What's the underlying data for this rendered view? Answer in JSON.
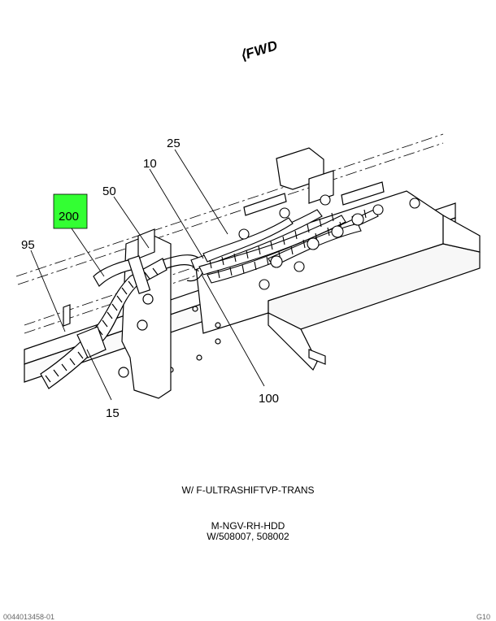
{
  "orientation": {
    "label": "FWD",
    "arrow_icon": "fwd-arrow-icon"
  },
  "callouts": {
    "c200": "200",
    "c95": "95",
    "c50": "50",
    "c10": "10",
    "c25": "25",
    "c15": "15",
    "c100": "100"
  },
  "highlight_color": "#33ff33",
  "caption": {
    "line1": "W/ F-ULTRASHIFTVP-TRANS",
    "line2": "M-NGV-RH-HDD",
    "line3": "W/508007, 508002"
  },
  "footer": {
    "left": "0044013458-01",
    "right": "G10"
  }
}
